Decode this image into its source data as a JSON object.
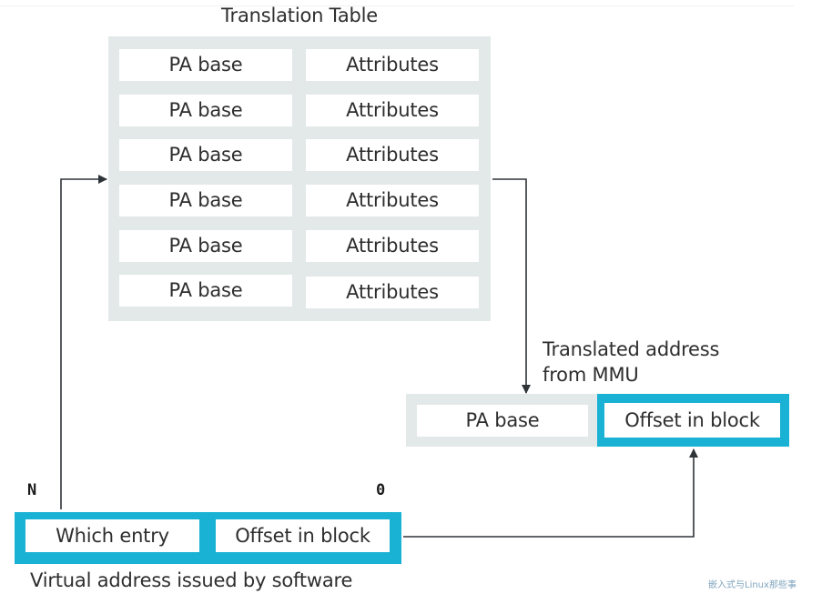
{
  "translation_table": {
    "title": "Translation Table",
    "rows": [
      {
        "pa_base": "PA base",
        "attributes": "Attributes"
      },
      {
        "pa_base": "PA base",
        "attributes": "Attributes"
      },
      {
        "pa_base": "PA base",
        "attributes": "Attributes"
      },
      {
        "pa_base": "PA base",
        "attributes": "Attributes"
      },
      {
        "pa_base": "PA base",
        "attributes": "Attributes"
      },
      {
        "pa_base": "PA base",
        "attributes": "Attributes"
      }
    ]
  },
  "translated_address": {
    "label_line1": "Translated address",
    "label_line2": "from MMU",
    "pa_base": "PA base",
    "offset": "Offset in block"
  },
  "virtual_address": {
    "bit_high": "N",
    "bit_low": "0",
    "which_entry": "Which entry",
    "offset": "Offset in block",
    "caption": "Virtual address issued by software"
  },
  "watermark": "嵌入式与Linux那些事",
  "colors": {
    "accent": "#1ab2d4",
    "panel": "#e3e9e8",
    "arrow": "#2f3438"
  }
}
